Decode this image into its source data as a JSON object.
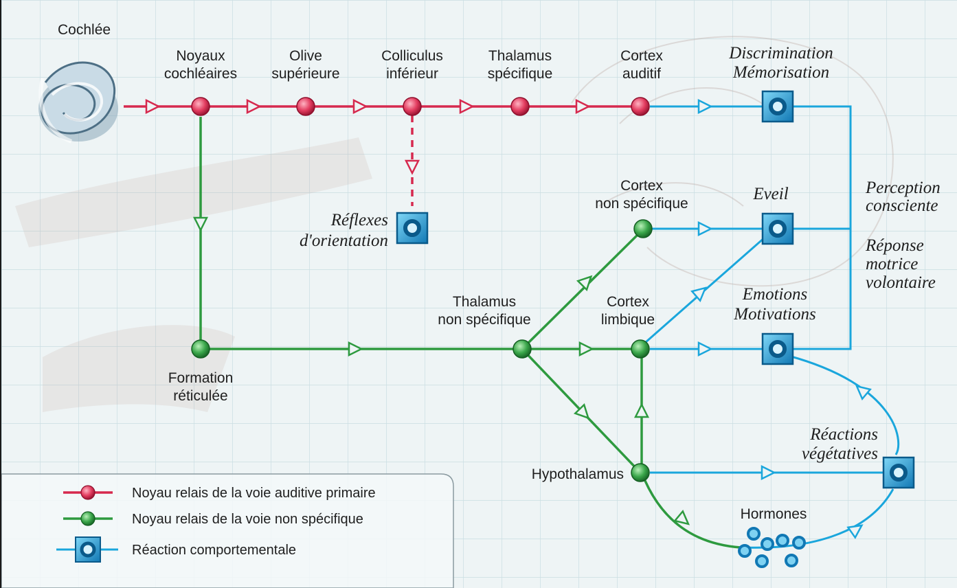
{
  "colors": {
    "auditory_red": "#d6294e",
    "nonspecific_green": "#2e9a3f",
    "behavior_blue": "#1aa6dc",
    "grid": "#c9dde2",
    "background": "#eef4f5"
  },
  "icons": {
    "cochlea": "cochlea-spiral",
    "behavior": "square-ring-node",
    "hormone": "hormone-bubble"
  },
  "primary_path": {
    "cochlea": "Cochlée",
    "noyaux": [
      "Noyaux",
      "cochléaires"
    ],
    "olive": [
      "Olive",
      "supérieure"
    ],
    "colliculus": [
      "Colliculus",
      "inférieur"
    ],
    "thalamus_specifique": [
      "Thalamus",
      "spécifique"
    ],
    "cortex_auditif": [
      "Cortex",
      "auditif"
    ]
  },
  "nonspecific_path": {
    "formation": [
      "Formation",
      "réticulée"
    ],
    "thalamus_non_specifique": [
      "Thalamus",
      "non spécifique"
    ],
    "cortex_non_specifique": [
      "Cortex",
      "non spécifique"
    ],
    "cortex_limbique": [
      "Cortex",
      "limbique"
    ],
    "hypothalamus": "Hypothalamus",
    "hormones": "Hormones"
  },
  "reactions": {
    "discrimination": [
      "Discrimination",
      "Mémorisation"
    ],
    "reflexes": [
      "Réflexes",
      "d'orientation"
    ],
    "eveil": "Eveil",
    "emotions": [
      "Emotions",
      "Motivations"
    ],
    "vegetatives": [
      "Réactions",
      "végétatives"
    ]
  },
  "outcomes": {
    "perception": [
      "Perception",
      "consciente"
    ],
    "reponse": [
      "Réponse",
      "motrice",
      "volontaire"
    ]
  },
  "legend": {
    "primary": "Noyau relais de la voie auditive primaire",
    "nonspecific": "Noyau relais de la voie non spécifique",
    "behavior": "Réaction comportementale"
  }
}
